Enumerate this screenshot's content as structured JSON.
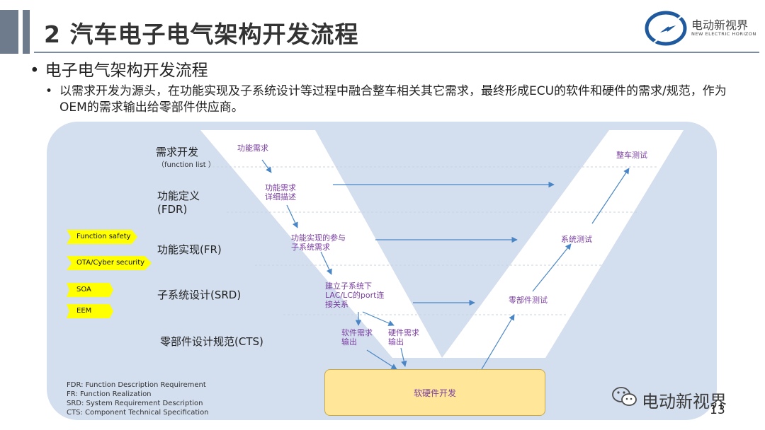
{
  "header": {
    "title": "2 汽车电子电气架构开发流程",
    "logo_text": "电动新视界",
    "logo_subtext": "NEW ELECTRIC HORIZON"
  },
  "bullets": {
    "level1": "电子电气架构开发流程",
    "level2": "以需求开发为源头，在功能实现及子系统设计等过程中融合整车相关其它需求，最终形成ECU的软件和硬件的需求/规范，作为OEM的需求输出给零部件供应商。"
  },
  "diagram": {
    "stages": [
      {
        "label": "需求开发",
        "sub": "（function  list ）"
      },
      {
        "label": "功能定义",
        "sub2": "(FDR)"
      },
      {
        "label": "功能实现(FR)"
      },
      {
        "label": "子系统设计(SRD)"
      },
      {
        "label": "零部件设计规范(CTS)"
      }
    ],
    "left_steps": [
      "功能需求",
      "功能需求\n详细描述",
      "功能实现的参与\n子系统需求",
      "建立子系统下\nLAC/LC的port连\n接关系",
      "软件需求\n输出",
      "硬件需求\n输出"
    ],
    "right_steps": [
      "整车测试",
      "系统测试",
      "零部件测试"
    ],
    "bottom_box": "软硬件开发",
    "tags": [
      "Function safety",
      "OTA/Cyber security",
      "SOA",
      "EEM"
    ],
    "definitions": [
      "FDR:  Function Description Requirement",
      "FR:    Function Realization",
      "SRD:  System Requirement Description",
      "CTS:  Component Technical Specification"
    ]
  },
  "footer": {
    "watermark": "电动新视界",
    "page_number": "13"
  },
  "colors": {
    "header_bar": "#6d7b8d",
    "panel": "#d3deee",
    "arrow": "#4a86c5",
    "step_text": "#7a3ea0",
    "tag": "#ffff00",
    "dev_box": "#ffe699"
  }
}
